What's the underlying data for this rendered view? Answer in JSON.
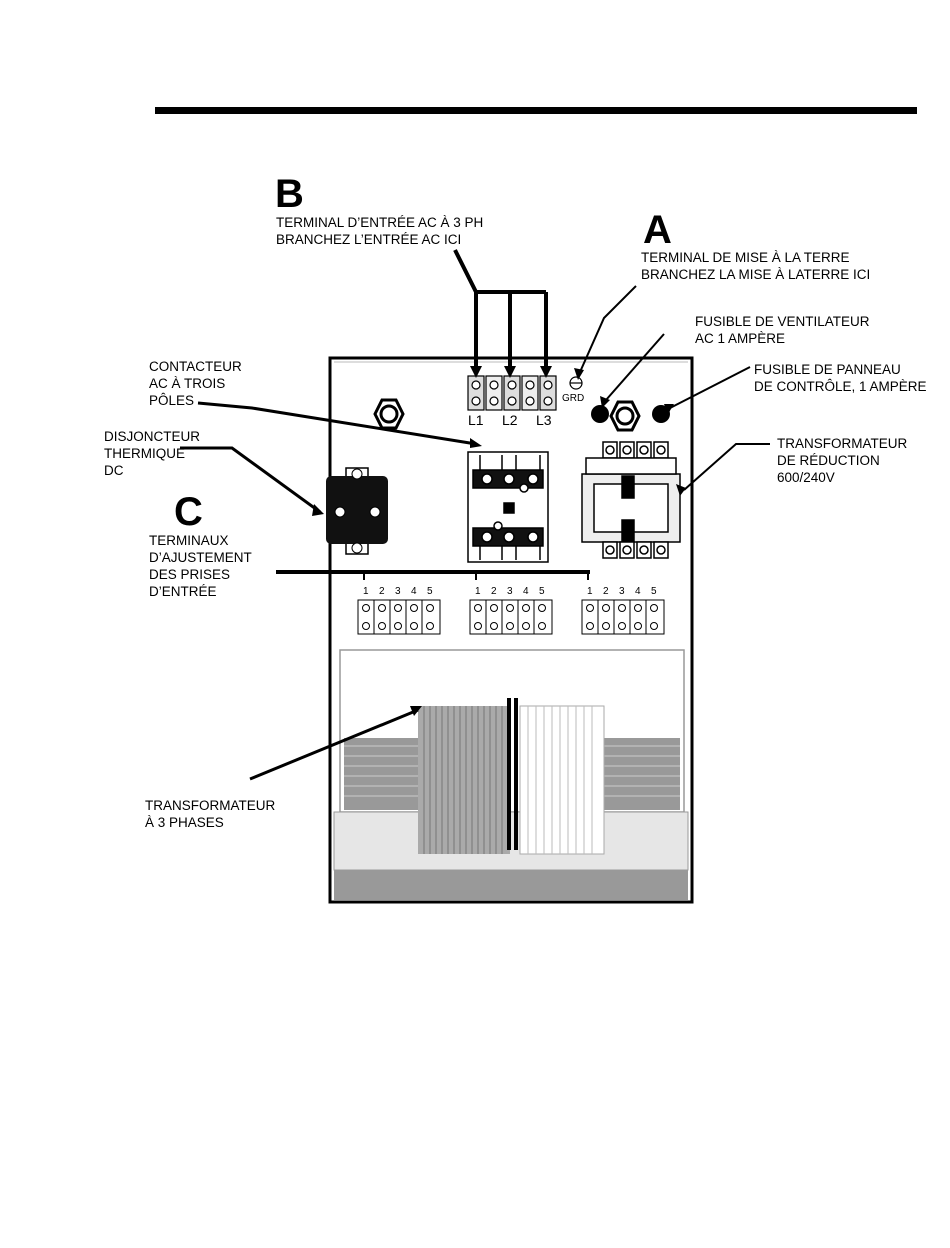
{
  "labels": {
    "B": "B",
    "A": "A",
    "C": "C",
    "ac_input": [
      "TERMINAL D’ENTRÉE AC À 3 PH",
      "BRANCHEZ L’ENTRÉE AC ICI"
    ],
    "ground": [
      "TERMINAL DE MISE À LA TERRE",
      "BRANCHEZ LA MISE À LATERRE ICI"
    ],
    "fan_fuse": [
      "FUSIBLE DE VENTILATEUR",
      "AC 1 AMPÈRE"
    ],
    "panel_fuse": [
      "FUSIBLE DE PANNEAU",
      "DE CONTRÔLE, 1 AMPÈRE"
    ],
    "contactor": [
      "CONTACTEUR",
      "AC À TROIS",
      "PÔLES"
    ],
    "breaker": [
      "DISJONCTEUR",
      "THERMIQUE",
      "DC"
    ],
    "step_down": [
      "TRANSFORMATEUR",
      "DE RÉDUCTION",
      "600/240V"
    ],
    "taps": [
      "TERMINAUX",
      "D’AJUSTEMENT",
      "DES PRISES",
      "D’ENTRÉE"
    ],
    "three_phase": [
      "TRANSFORMATEUR",
      "À 3 PHASES"
    ]
  },
  "terminals": {
    "l1": "L1",
    "l2": "L2",
    "l3": "L3",
    "grd": "GRD"
  },
  "tap_numbers": [
    "1",
    "2",
    "3",
    "4",
    "5"
  ]
}
